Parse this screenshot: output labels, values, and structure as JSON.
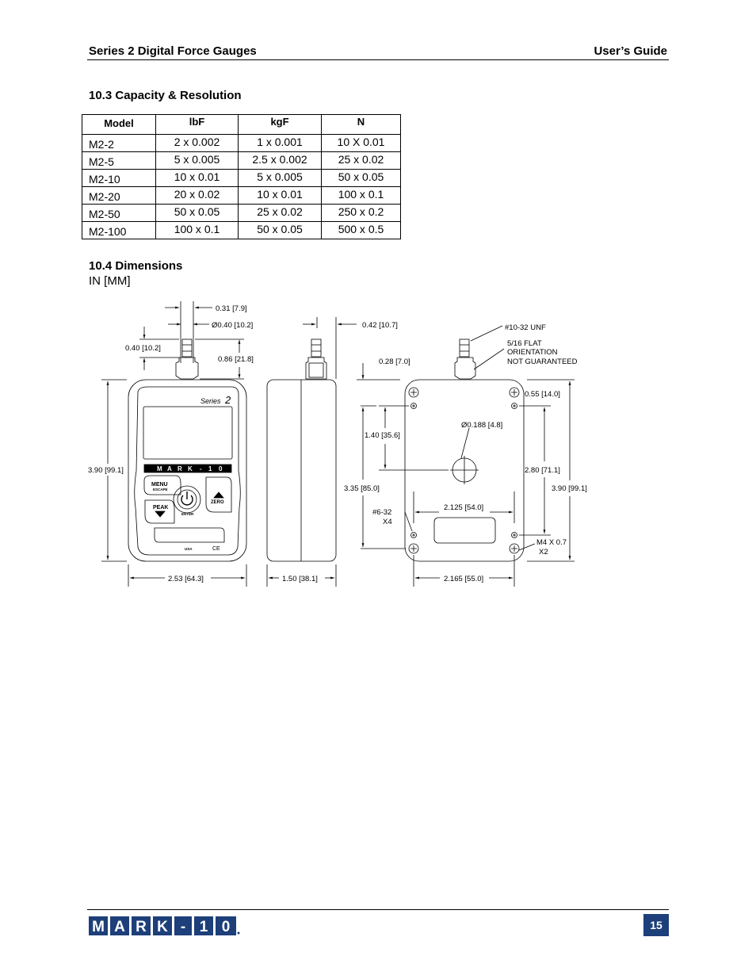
{
  "header": {
    "left": "Series 2 Digital Force Gauges",
    "right": "User’s Guide"
  },
  "capacity": {
    "title": "10.3 Capacity & Resolution",
    "columns": [
      "Model",
      "lbF",
      "kgF",
      "N"
    ],
    "rows": [
      [
        "M2-2",
        "2 x 0.002",
        "1 x 0.001",
        "10 X 0.01"
      ],
      [
        "M2-5",
        "5 x 0.005",
        "2.5 x 0.002",
        "25 x 0.02"
      ],
      [
        "M2-10",
        "10 x 0.01",
        "5 x 0.005",
        "50 x 0.05"
      ],
      [
        "M2-20",
        "20 x 0.02",
        "10 x 0.01",
        "100 x 0.1"
      ],
      [
        "M2-50",
        "50 x 0.05",
        "25 x 0.02",
        "250 x 0.2"
      ],
      [
        "M2-100",
        "100 x 0.1",
        "50 x 0.05",
        "500 x 0.5"
      ]
    ]
  },
  "dimensions": {
    "title": "10.4 Dimensions",
    "units": "IN [MM]",
    "front": {
      "dim_031": "0.31 [7.9]",
      "dim_dia040": "Ø0.40 [10.2]",
      "dim_040": "0.40 [10.2]",
      "dim_086": "0.86 [21.8]",
      "dim_390": "3.90 [99.1]",
      "dim_253": "2.53 [64.3]",
      "series_label": "Series",
      "series_num": "2",
      "logo_letters": [
        "M",
        "A",
        "R",
        "K",
        "-",
        "1",
        "0"
      ],
      "btn_menu": "MENU",
      "btn_escape": "ESCAPE",
      "btn_peak": "PEAK",
      "btn_enter": "ENTER",
      "btn_zero": "ZERO",
      "usa": "USA",
      "ce": "CE"
    },
    "side": {
      "dim_042": "0.42 [10.7]",
      "dim_150": "1.50 [38.1]"
    },
    "back": {
      "thread": "#10-32 UNF",
      "flat_1": "5/16 FLAT",
      "flat_2": "ORIENTATION",
      "flat_3": "NOT GUARANTEED",
      "dim_028": "0.28 [7.0]",
      "dim_055": "0.55 [14.0]",
      "dim_dia0188": "Ø0.188 [4.8]",
      "dim_140": "1.40 [35.6]",
      "dim_280": "2.80 [71.1]",
      "dim_335": "3.35 [85.0]",
      "dim_390": "3.90 [99.1]",
      "dim_2125": "2.125 [54.0]",
      "screw_632": "#6-32",
      "screw_632_qty": "X4",
      "screw_m4": "M4 X 0.7",
      "screw_m4_qty": "X2",
      "dim_2165": "2.165 [55.0]"
    }
  },
  "footer": {
    "logo_letters": [
      "M",
      "A",
      "R",
      "K",
      "-",
      "1",
      "0"
    ],
    "page": "15"
  }
}
